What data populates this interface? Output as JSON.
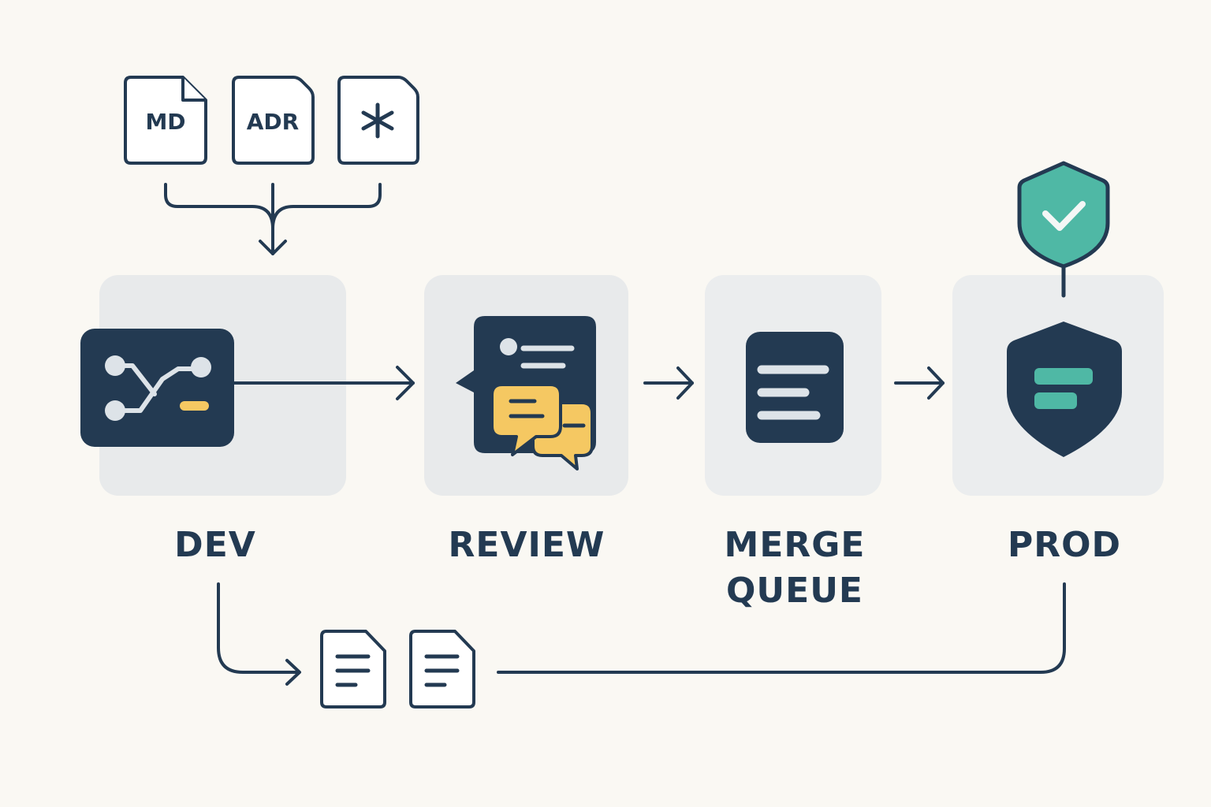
{
  "colors": {
    "background": "#faf8f3",
    "ink": "#233a52",
    "panel": "#e8eaeb",
    "light": "#dde3e8",
    "accent_yellow": "#f5c862",
    "accent_teal": "#4fb8a5"
  },
  "inputs": {
    "docs": [
      {
        "label": "MD",
        "icon": "markdown-file-icon"
      },
      {
        "label": "ADR",
        "icon": "adr-file-icon"
      },
      {
        "label": "✱",
        "icon": "asterisk-file-icon"
      }
    ]
  },
  "stages": [
    {
      "label": "DEV",
      "icon": "branch-merge-icon"
    },
    {
      "label": "REVIEW",
      "icon": "chat-comments-icon"
    },
    {
      "label_line1": "MERGE",
      "label_line2": "QUEUE",
      "icon": "queue-document-icon"
    },
    {
      "label": "PROD",
      "icon": "shield-icon"
    }
  ],
  "prod_badge": {
    "icon": "shield-check-icon",
    "status": "verified"
  },
  "outputs": {
    "docs": [
      {
        "icon": "text-document-icon"
      },
      {
        "icon": "text-document-icon"
      }
    ]
  }
}
